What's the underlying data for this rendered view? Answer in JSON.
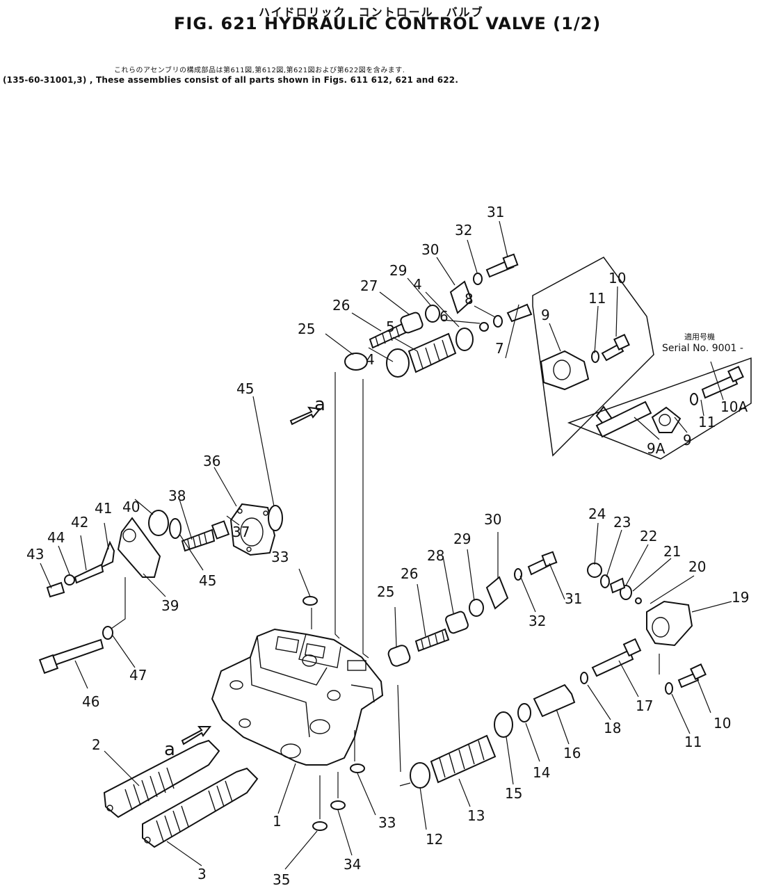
{
  "header": {
    "title_jp": "ハイドロリック　コントロール　バルブ",
    "title": "FIG. 621  HYDRAULIC CONTROL VALVE (1/2)",
    "note_jp": "これらのアセンブリの構成部品は第611図,第612図,第621図および第622図を含みます.",
    "note_en": "(135-60-31001,3) , These assemblies consist of all parts shown in Figs. 611 612, 621 and 622."
  },
  "serial_note": {
    "jp": "適用号機",
    "label": "Serial No. 9001 -"
  },
  "flow_marker": "a",
  "labels": {
    "p1": "1",
    "p2": "2",
    "p3": "3",
    "p4a": "4",
    "p4b": "4",
    "p5": "5",
    "p6": "6",
    "p7": "7",
    "p8": "8",
    "p9a": "9",
    "p9b": "9",
    "p9A": "9A",
    "p10a": "10",
    "p10b": "10",
    "p10A": "10A",
    "p11a": "11",
    "p11b": "11",
    "p11c": "11",
    "p12": "12",
    "p13": "13",
    "p14": "14",
    "p15": "15",
    "p16": "16",
    "p17": "17",
    "p18": "18",
    "p19": "19",
    "p20": "20",
    "p21": "21",
    "p22": "22",
    "p23": "23",
    "p24": "24",
    "p25a": "25",
    "p25b": "25",
    "p26a": "26",
    "p26b": "26",
    "p27": "27",
    "p28": "28",
    "p29a": "29",
    "p29b": "29",
    "p30a": "30",
    "p30b": "30",
    "p31a": "31",
    "p31b": "31",
    "p32a": "32",
    "p32b": "32",
    "p33a": "33",
    "p33b": "33",
    "p34": "34",
    "p35": "35",
    "p36": "36",
    "p37": "37",
    "p38": "38",
    "p39": "39",
    "p40": "40",
    "p41": "41",
    "p42": "42",
    "p43": "43",
    "p44": "44",
    "p45a": "45",
    "p45b": "45",
    "p46": "46",
    "p47": "47"
  },
  "icons": [
    "exploded-valve-drawing",
    "flow-arrow",
    "spring",
    "o-ring",
    "bolt",
    "spool"
  ]
}
